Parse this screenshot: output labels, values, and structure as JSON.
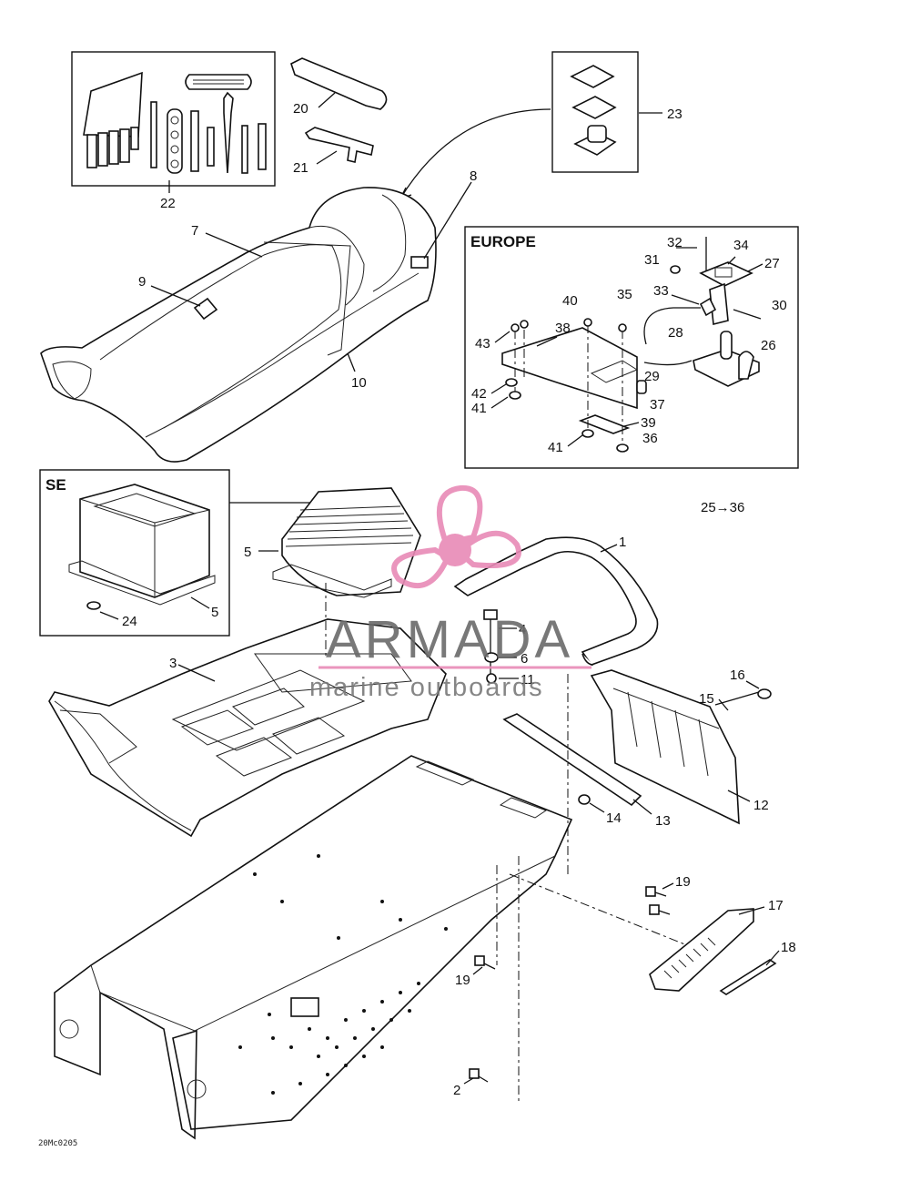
{
  "diagram": {
    "drawing_code": "20Mc0205",
    "range_note": "25→36",
    "groups": [
      {
        "id": "europe",
        "title": "EUROPE"
      },
      {
        "id": "se",
        "title": "SE"
      }
    ],
    "callouts": [
      {
        "id": "c1",
        "text": "1"
      },
      {
        "id": "c2",
        "text": "2"
      },
      {
        "id": "c3",
        "text": "3"
      },
      {
        "id": "c4",
        "text": "4"
      },
      {
        "id": "c5a",
        "text": "5"
      },
      {
        "id": "c5b",
        "text": "5"
      },
      {
        "id": "c6",
        "text": "6"
      },
      {
        "id": "c7",
        "text": "7"
      },
      {
        "id": "c8",
        "text": "8"
      },
      {
        "id": "c9",
        "text": "9"
      },
      {
        "id": "c10",
        "text": "10"
      },
      {
        "id": "c11",
        "text": "11"
      },
      {
        "id": "c12",
        "text": "12"
      },
      {
        "id": "c13",
        "text": "13"
      },
      {
        "id": "c14",
        "text": "14"
      },
      {
        "id": "c15",
        "text": "15"
      },
      {
        "id": "c16",
        "text": "16"
      },
      {
        "id": "c17",
        "text": "17"
      },
      {
        "id": "c18",
        "text": "18"
      },
      {
        "id": "c19a",
        "text": "19"
      },
      {
        "id": "c19b",
        "text": "19"
      },
      {
        "id": "c20",
        "text": "20"
      },
      {
        "id": "c21",
        "text": "21"
      },
      {
        "id": "c22",
        "text": "22"
      },
      {
        "id": "c23",
        "text": "23"
      },
      {
        "id": "c24",
        "text": "24"
      },
      {
        "id": "c26",
        "text": "26"
      },
      {
        "id": "c27",
        "text": "27"
      },
      {
        "id": "c28",
        "text": "28"
      },
      {
        "id": "c29",
        "text": "29"
      },
      {
        "id": "c30",
        "text": "30"
      },
      {
        "id": "c31",
        "text": "31"
      },
      {
        "id": "c32",
        "text": "32"
      },
      {
        "id": "c33",
        "text": "33"
      },
      {
        "id": "c34",
        "text": "34"
      },
      {
        "id": "c35",
        "text": "35"
      },
      {
        "id": "c36",
        "text": "36"
      },
      {
        "id": "c37",
        "text": "37"
      },
      {
        "id": "c38",
        "text": "38"
      },
      {
        "id": "c39",
        "text": "39"
      },
      {
        "id": "c40",
        "text": "40"
      },
      {
        "id": "c41a",
        "text": "41"
      },
      {
        "id": "c41b",
        "text": "41"
      },
      {
        "id": "c42",
        "text": "42"
      },
      {
        "id": "c43",
        "text": "43"
      }
    ]
  },
  "watermark": {
    "brand": "ARMADA",
    "tagline": "marine outboards",
    "color": "#e88ab6"
  }
}
